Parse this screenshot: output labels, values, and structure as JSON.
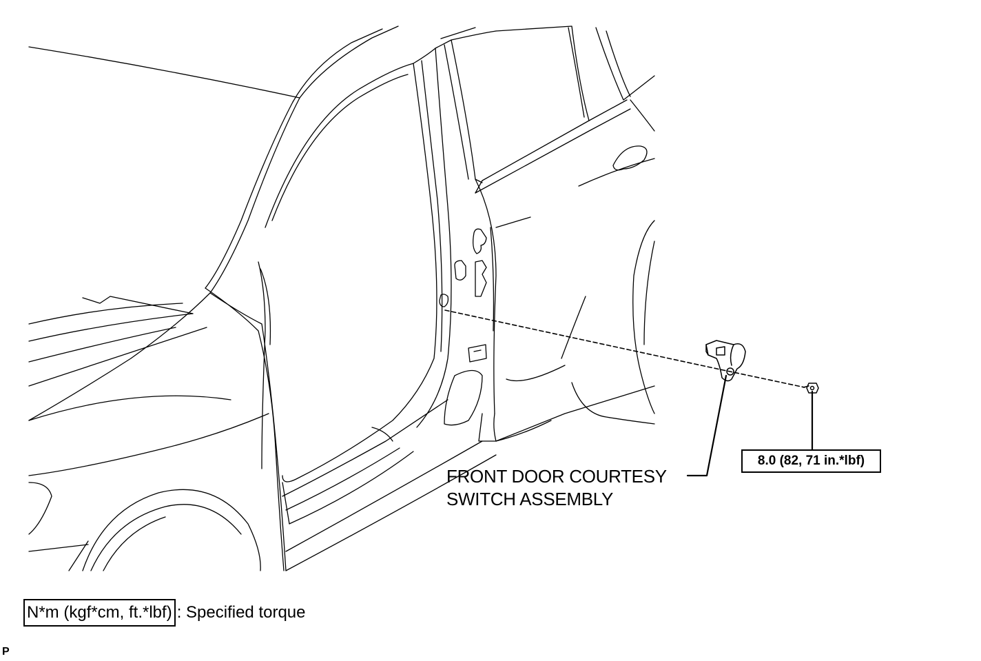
{
  "part_label": {
    "line1": "FRONT DOOR COURTESY",
    "line2": "SWITCH ASSEMBLY"
  },
  "torque_value": "8.0 (82, 71 in.*lbf)",
  "legend": {
    "unit_box": "N*m (kgf*cm, ft.*lbf)",
    "description": ": Specified torque"
  },
  "corner_code": "P"
}
